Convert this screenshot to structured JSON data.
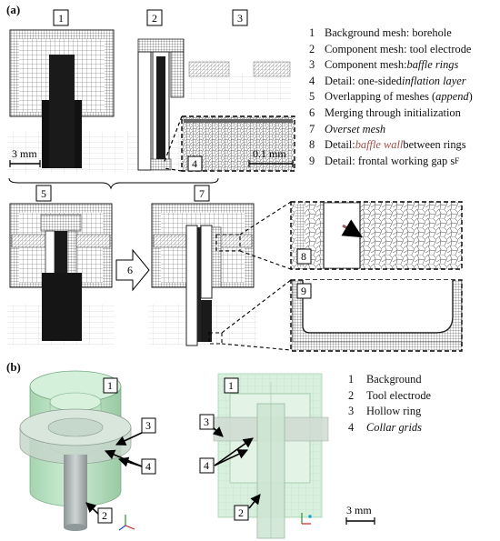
{
  "panel_a": {
    "label": "(a)",
    "boxes": [
      "1",
      "2",
      "3",
      "4",
      "5",
      "6",
      "7",
      "8",
      "9"
    ],
    "scale_left": "3 mm",
    "scale_detail": "0.1 mm",
    "legend": [
      {
        "num": "1",
        "text": "Background mesh: borehole"
      },
      {
        "num": "2",
        "text": "Component mesh: tool electrode"
      },
      {
        "num": "3",
        "pre": "Component mesh: ",
        "ital": "baffle rings"
      },
      {
        "num": "4",
        "pre": "Detail: one-sided ",
        "ital": "inflation layer"
      },
      {
        "num": "5",
        "pre": "Overlapping of meshes (",
        "ital": "append",
        "post": ")"
      },
      {
        "num": "6",
        "text": "Merging through initialization"
      },
      {
        "num": "7",
        "ital": "Overset mesh"
      },
      {
        "num": "8",
        "pre": "Detail: ",
        "ital_red": "baffle wall",
        "post": " between rings"
      },
      {
        "num": "9",
        "pre": "Detail: frontal working gap s",
        "sub": "F"
      }
    ]
  },
  "panel_b": {
    "label": "(b)",
    "boxes": [
      "1",
      "2",
      "3",
      "4",
      "1",
      "2",
      "3",
      "4"
    ],
    "scale": "3 mm",
    "legend": [
      {
        "num": "1",
        "text": "Background"
      },
      {
        "num": "2",
        "text": "Tool electrode"
      },
      {
        "num": "3",
        "text": "Hollow ring"
      },
      {
        "num": "4",
        "ital": "Collar grids"
      }
    ],
    "colors": {
      "green": "#b9e6c3",
      "gray": "#c4c7c7",
      "baffle_red": "#a0504a",
      "arrow_red": "#9b5e59"
    }
  }
}
